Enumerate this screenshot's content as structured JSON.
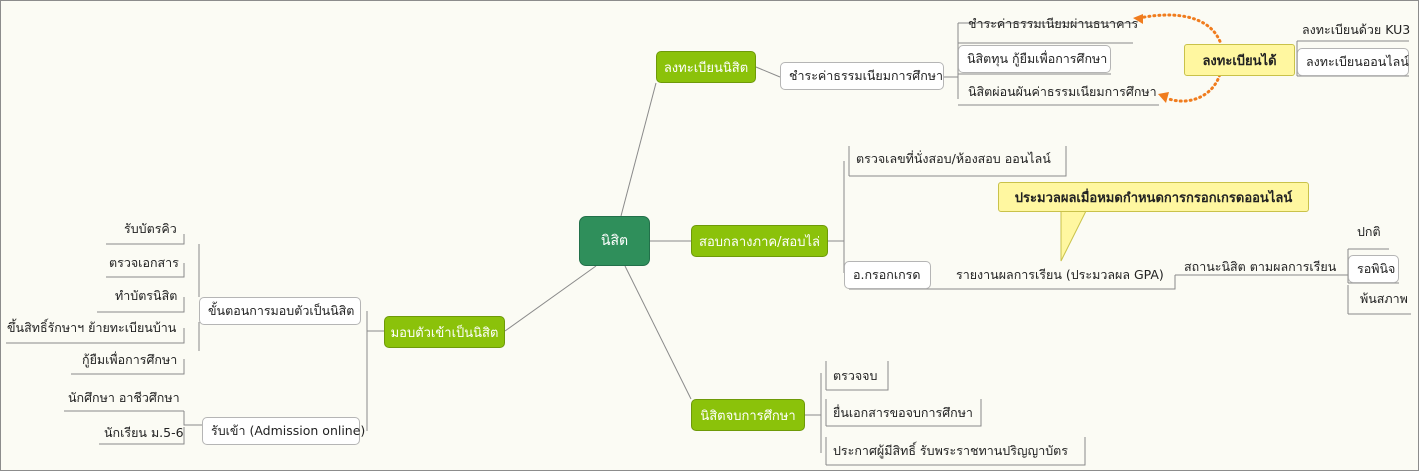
{
  "root": "นิสิต",
  "branches": {
    "register": {
      "label": "ลงทะเบียนนิสิต",
      "sub": "ชำระค่าธรรมเนียมการศึกษา",
      "leaves": [
        "ชำระค่าธรรมเนียมผ่านธนาคาร",
        "นิสิตทุน กู้ยืมเพื่อการศึกษา",
        "นิสิตผ่อนผันค่าธรรมเนียมการศึกษา"
      ],
      "callout": "ลงทะเบียนได้",
      "methods": [
        "ลงทะเบียนด้วย KU3",
        "ลงทะเบียนออนไลน์"
      ]
    },
    "exam": {
      "label": "สอบกลางภาค/สอบไล่",
      "check_seat": "ตรวจเลขที่นั่งสอบ/ห้องสอบ ออนไลน์",
      "grade_entry": "อ.กรอกเกรด",
      "report": "รายงานผลการเรียน (ประมวลผล GPA)",
      "callout": "ประมวลผลเมื่อหมดกำหนดการกรอกเกรดออนไลน์",
      "status": "สถานะนิสิต ตามผลการเรียน",
      "statuses": [
        "ปกติ",
        "รอพินิจ",
        "พ้นสภาพ"
      ]
    },
    "graduate": {
      "label": "นิสิตจบการศึกษา",
      "items": [
        "ตรวจจบ",
        "ยื่นเอกสารขอจบการศึกษา",
        "ประกาศผู้มีสิทธิ์ รับพระราชทานปริญญาบัตร"
      ]
    },
    "enroll": {
      "label": "มอบตัวเข้าเป็นนิสิต",
      "steps_label": "ขั้นตอนการมอบตัวเป็นนิสิต",
      "steps": [
        "รับบัตรคิว",
        "ตรวจเอกสาร",
        "ทำบัตรนิสิต",
        "ขึ้นสิทธิ์รักษาฯ ย้ายทะเบียนบ้าน",
        "กู้ยืมเพื่อการศึกษา"
      ],
      "admission_label": "รับเข้า (Admission online)",
      "admission": [
        "นักศึกษา อาชีวศึกษา",
        "นักเรียน ม.5-6"
      ]
    }
  },
  "colors": {
    "root": "#2f8f5b",
    "main": "#8bc20a",
    "callout": "#fff7a0",
    "arrow": "#f07c1e",
    "line": "#8a8a8a"
  }
}
